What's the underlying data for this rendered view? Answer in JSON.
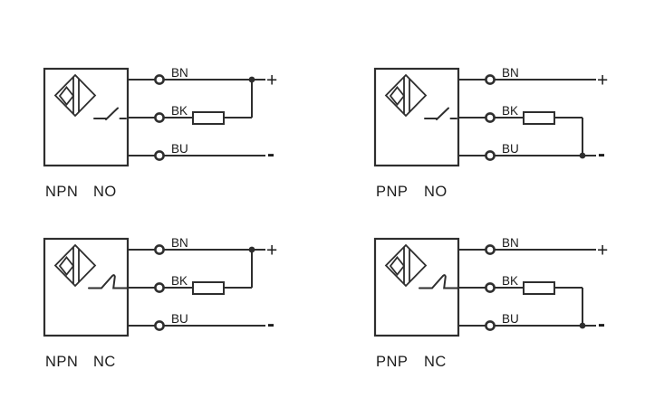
{
  "colors": {
    "line": "#2e2e2e",
    "text": "#1b1b1b",
    "background": "#ffffff"
  },
  "icons": {
    "proximity-sensor-icon": "diamond-with-double-bar",
    "switch-no-icon": "normally-open-contact",
    "switch-nc-icon": "normally-closed-contact",
    "load-resistor-icon": "rectangle-load",
    "terminal-icon": "open-circle",
    "junction-dot": "filled-circle"
  },
  "diagrams": [
    {
      "name": "NPN NO",
      "output_type": "NPN",
      "contact_type": "NO",
      "wires": [
        "BN",
        "BK",
        "BU"
      ],
      "positive_label": "+",
      "negative_label": "-",
      "load_connected_to": "+"
    },
    {
      "name": "PNP NO",
      "output_type": "PNP",
      "contact_type": "NO",
      "wires": [
        "BN",
        "BK",
        "BU"
      ],
      "positive_label": "+",
      "negative_label": "-",
      "load_connected_to": "-"
    },
    {
      "name": "NPN NC",
      "output_type": "NPN",
      "contact_type": "NC",
      "wires": [
        "BN",
        "BK",
        "BU"
      ],
      "positive_label": "+",
      "negative_label": "-",
      "load_connected_to": "+"
    },
    {
      "name": "PNP NC",
      "output_type": "PNP",
      "contact_type": "NC",
      "wires": [
        "BN",
        "BK",
        "BU"
      ],
      "positive_label": "+",
      "negative_label": "-",
      "load_connected_to": "-"
    }
  ]
}
